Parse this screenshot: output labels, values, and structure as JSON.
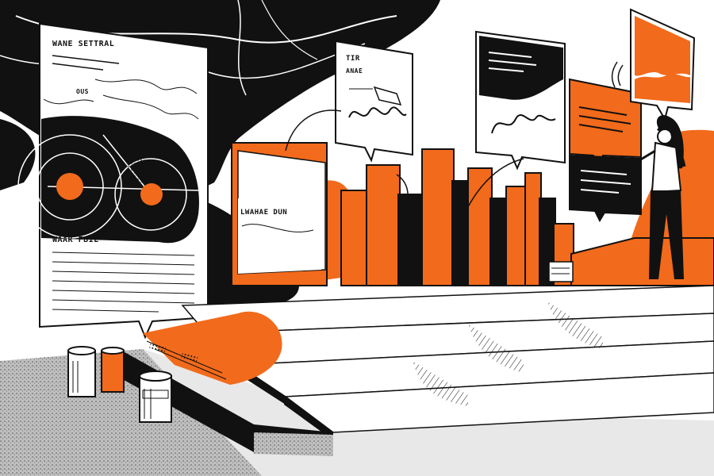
{
  "palette": {
    "orange": "#f26a1b",
    "ink": "#111111",
    "paper": "#ffffff",
    "grey": "#9a9a9a",
    "light_grey": "#d9d9d9"
  },
  "panels": {
    "left_poster": {
      "title": "WANE SETTRAL",
      "subtitle": "OUS",
      "section_title": "WAAR FBIL"
    },
    "center_card": {
      "title_line1": "TIR",
      "title_line2": "ANAE"
    },
    "orange_board": {
      "caption": "LWAHAE DUN"
    }
  },
  "icons": [
    "speech-bubble-card",
    "waveform-chart",
    "radar-disc",
    "paint-cans",
    "staircase",
    "bar-columns",
    "person-figure"
  ]
}
